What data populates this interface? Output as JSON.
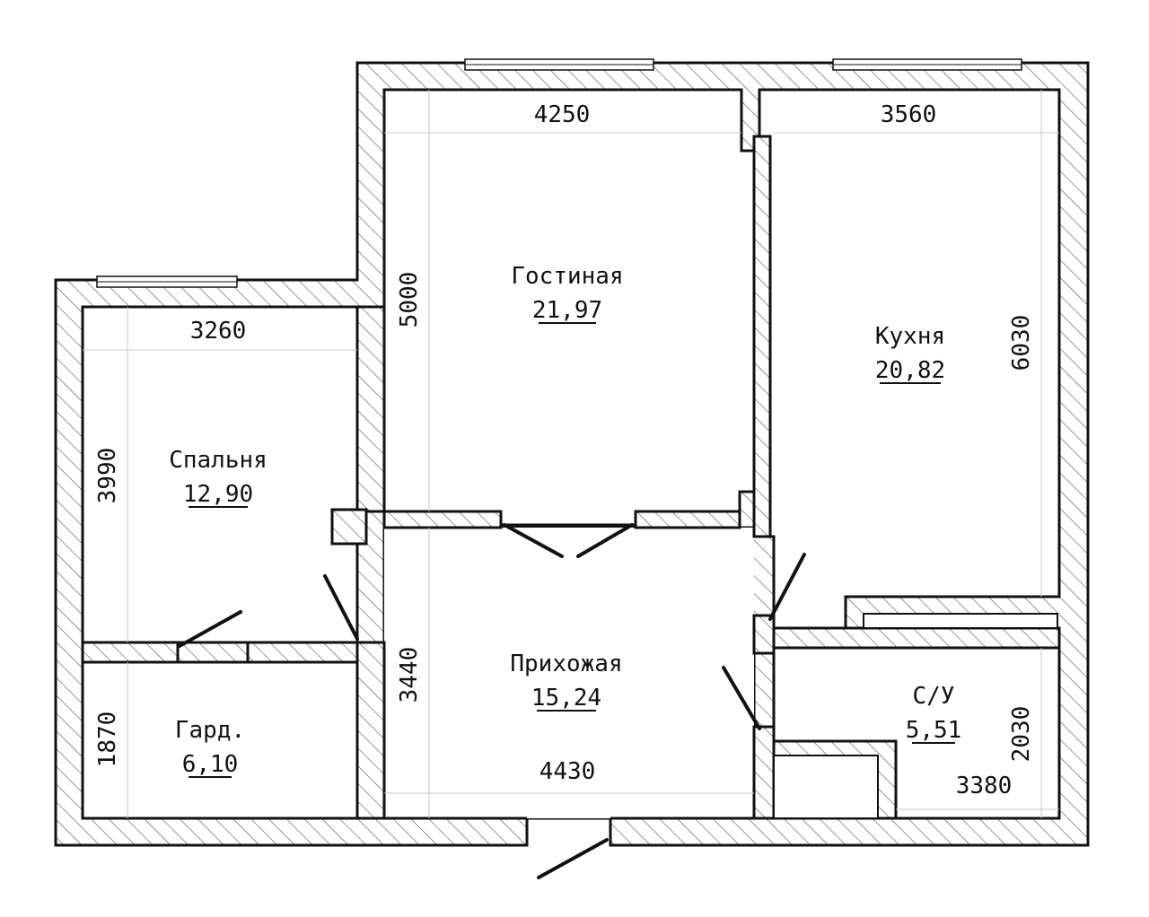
{
  "rooms": {
    "living": {
      "name": "Гостиная",
      "area": "21,97"
    },
    "kitchen": {
      "name": "Кухня",
      "area": "20,82"
    },
    "bedroom": {
      "name": "Спальня",
      "area": "12,90"
    },
    "hall": {
      "name": "Прихожая",
      "area": "15,24"
    },
    "wardrobe": {
      "name": "Гард.",
      "area": "6,10"
    },
    "bath": {
      "name": "С/У",
      "area": "5,51"
    }
  },
  "dimensions": {
    "living_w": "4250",
    "living_h": "5000",
    "kitchen_w": "3560",
    "kitchen_h": "6030",
    "bedroom_w": "3260",
    "bedroom_h": "3990",
    "hall_h": "3440",
    "hall_w": "4430",
    "wardrobe_h": "1870",
    "bath_h": "2030",
    "bath_w": "3380"
  }
}
